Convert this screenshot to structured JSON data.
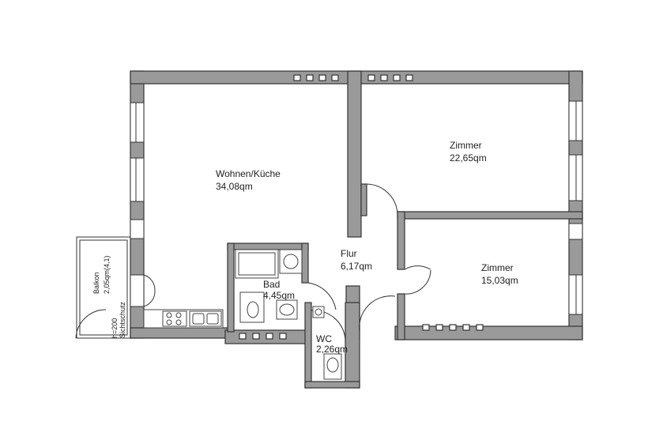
{
  "rooms": {
    "wohnen": {
      "name": "Wohnen/Küche",
      "area": "34,08qm"
    },
    "zimmer1": {
      "name": "Zimmer",
      "area": "22,65qm"
    },
    "zimmer2": {
      "name": "Zimmer",
      "area": "15,03qm"
    },
    "flur": {
      "name": "Flur",
      "area": "6,17qm"
    },
    "bad": {
      "name": "Bad",
      "area": "4,45qm"
    },
    "wc": {
      "name": "WC",
      "area": "2,26qm"
    },
    "balkon": {
      "name": "Balkon",
      "area": "2,05qm(4,1)",
      "note": "h=200",
      "note2": "Sichtschutz"
    }
  },
  "colors": {
    "wall": "#9a9a9a",
    "outline": "#333333"
  }
}
